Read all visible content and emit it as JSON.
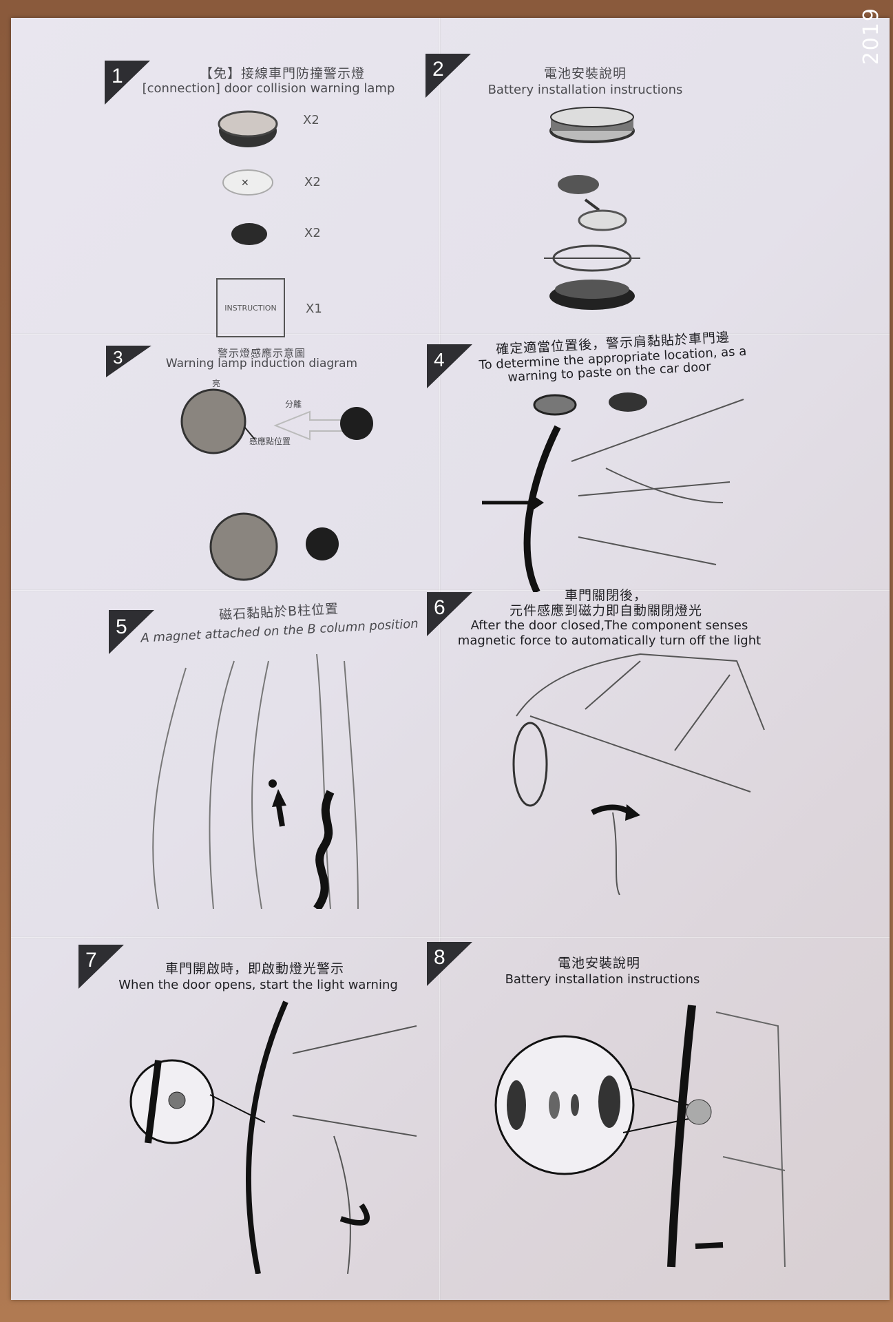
{
  "watermark": "2019",
  "panels": [
    {
      "number": "1",
      "title_zh": "【免】接線車門防撞警示燈",
      "title_en": "[connection] door collision warning lamp",
      "items": [
        {
          "qty": "X2"
        },
        {
          "qty": "X2"
        },
        {
          "qty": "X2"
        },
        {
          "label": "INSTRUCTION",
          "qty": "X1"
        }
      ]
    },
    {
      "number": "2",
      "title_zh": "電池安裝說明",
      "title_en": "Battery installation instructions"
    },
    {
      "number": "3",
      "title_zh": "警示燈感應示意圖",
      "title_en": "Warning lamp induction diagram",
      "labels": {
        "light": "亮",
        "separate": "分離",
        "sensor": "感應點位置"
      }
    },
    {
      "number": "4",
      "title_zh": "確定適當位置後，警示肩黏貼於車門邊",
      "title_en_1": "To determine the appropriate location, as a",
      "title_en_2": "warning to paste on the car door"
    },
    {
      "number": "5",
      "title_zh": "磁石黏貼於B柱位置",
      "title_en": "A magnet attached on the B column position"
    },
    {
      "number": "6",
      "title_zh_1": "車門關閉後，",
      "title_zh_2": "元件感應到磁力即自動關閉燈光",
      "title_en_1": "After the door closed,The component senses",
      "title_en_2": "magnetic force to automatically turn off the light"
    },
    {
      "number": "7",
      "title_zh": "車門開啟時，即啟動燈光警示",
      "title_en": "When the door opens, start the light warning"
    },
    {
      "number": "8",
      "title_zh": "電池安裝說明",
      "title_en": "Battery installation instructions"
    }
  ]
}
